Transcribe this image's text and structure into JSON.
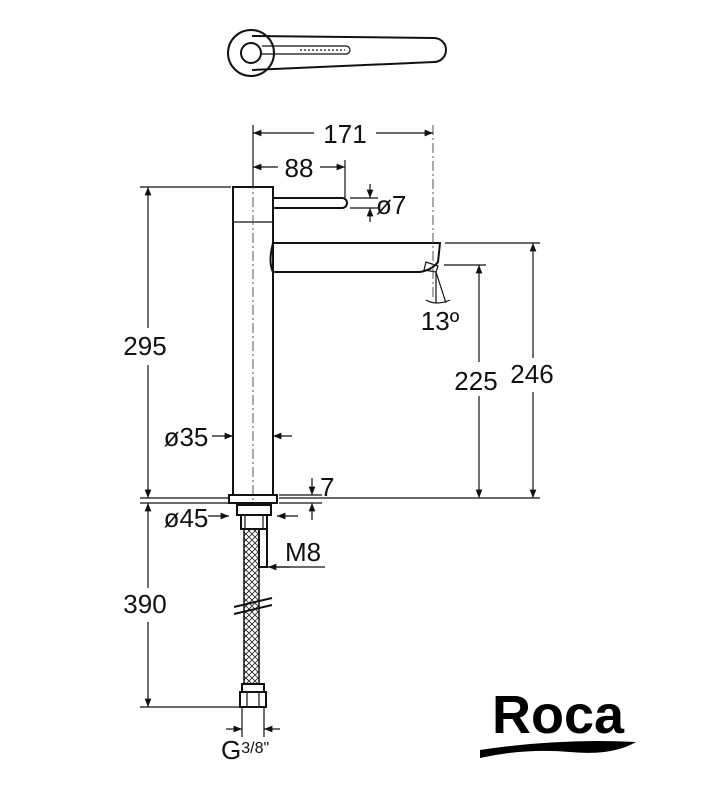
{
  "drawing": {
    "dimensions": {
      "total_reach": "171",
      "lever_reach": "88",
      "lever_diameter": "ø7",
      "spout_angle": "13º",
      "spout_height": "225",
      "total_height": "246",
      "body_height": "295",
      "body_diameter": "ø35",
      "base_thickness": "7",
      "base_diameter": "ø45",
      "stud_thread": "M8",
      "hose_length": "390",
      "hose_connection_main": "G",
      "hose_connection_fraction": "3/8\""
    }
  },
  "brand": {
    "name": "Roca",
    "color": "#000000"
  }
}
